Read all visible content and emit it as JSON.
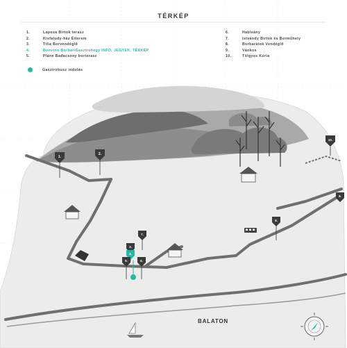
{
  "title": "TÉRKÉP",
  "legend_left": [
    {
      "num": "1.",
      "label": "Laposa Birtok terasz"
    },
    {
      "num": "2.",
      "label": "Kisfaludy-ház Étterem"
    },
    {
      "num": "3.",
      "label": "Tilia Borvendéglő"
    },
    {
      "num": "4.",
      "label": "Bonvino Borbár/Gasztrohegy INFO, JEGYEK, TÉRKÉP",
      "highlight": true
    },
    {
      "num": "5.",
      "label": "Pláne Badacsony borterasz"
    }
  ],
  "legend_right": [
    {
      "num": "6.",
      "label": "Hableány"
    },
    {
      "num": "7.",
      "label": "Istvándy Birtok és Borműhely"
    },
    {
      "num": "8.",
      "label": "Borbarátok Vendéglő"
    },
    {
      "num": "9.",
      "label": "Vánkos"
    },
    {
      "num": "10.",
      "label": "Tölgyes Kúria"
    }
  ],
  "bus_start_label": "Gasztrobusz indulás",
  "water_label": "BALATON",
  "pin_labels": [
    "1.",
    "2.",
    "3.",
    "4.",
    "5.",
    "6.",
    "7.",
    "8.",
    "9.",
    "10."
  ],
  "colors": {
    "accent": "#2bb5a5",
    "land": "#ececec",
    "road": "#777777",
    "pin": "#3a3a3a",
    "text": "#333333"
  },
  "icons": [
    "bus-start-dot",
    "map-pin",
    "compass",
    "sailboat",
    "house",
    "tree",
    "bus-icon"
  ]
}
